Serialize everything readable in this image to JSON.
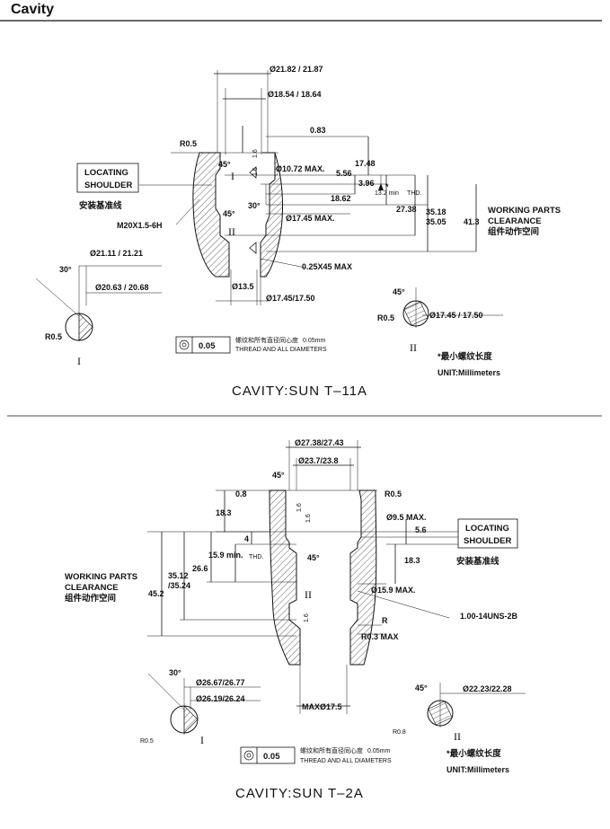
{
  "header": {
    "title": "Cavity"
  },
  "top": {
    "dims": {
      "d1": "Ø21.82 / 21.87",
      "d2": "Ø18.54 / 18.64",
      "v083": "0.83",
      "r05": "R0.5",
      "f16a": "1.6",
      "a45": "45°",
      "f16b": "1.6",
      "d1072": "Ø10.72 MAX.",
      "v1748": "17.48",
      "v556": "5.56",
      "v396": "3.96",
      "v132": "13.2 min",
      "thd": "THD.",
      "star": "*",
      "v1862": "18.62",
      "v2738": "27.38",
      "v3518": "35.18",
      "v3505": "35.05",
      "v413": "41.3",
      "a30": "30°",
      "a45b": "45°",
      "d1745max": "Ø17.45 MAX.",
      "thread": "M20X1.5-6H",
      "chamfer": "0.25X45   MAX",
      "d135": "Ø13.5",
      "d1745": "Ø17.45/17.50"
    },
    "roman1": "I",
    "roman2": "II",
    "locating": [
      "LOCATING",
      "SHOULDER"
    ],
    "locating_cn": "安装基准线",
    "working": [
      "WORKING PARTS",
      "CLEARANCE"
    ],
    "working_cn": "组件动作空间",
    "detail1": {
      "angle": "30°",
      "d1": "Ø21.11 / 21.21",
      "d2": "Ø20.63 / 20.68",
      "r": "R0.5",
      "label": "I"
    },
    "detail2": {
      "angle": "45°",
      "r": "R0.5",
      "d": "Ø17.45 / 17.50",
      "label": "II"
    },
    "tolerance": {
      "value": "0.05",
      "note_cn": "螺纹和所有直径同心度",
      "note_val": "0.05mm",
      "note_en": "THREAD AND ALL DIAMETERS"
    },
    "legend_cn": "*最小螺纹长度",
    "unit": "UNIT:Millimeters",
    "caption": "CAVITY:SUN T–11A"
  },
  "bottom": {
    "dims": {
      "d1": "Ø27.38/27.43",
      "d2": "Ø23.7/23.8",
      "a45": "45°",
      "v08": "0.8",
      "r05": "R0.5",
      "f16a": "1.6",
      "f16b": "1.6",
      "v183a": "18.3",
      "d95": "Ø9.5 MAX.",
      "v56": "5.6",
      "v4": "4",
      "v159": "15.9 min.",
      "thd": "THD.",
      "a45b": "45°",
      "v183b": "18.3",
      "v3512": "35.12",
      "v3524": "/35.24",
      "v266": "26.6",
      "v452": "45.2",
      "d159": "Ø15.9 MAX.",
      "thread": "1.00-14UNS-2B",
      "f16c": "1.6",
      "rl": "R",
      "r03": "R0.3 MAX",
      "d175": "MAXØ17.5"
    },
    "roman2": "II",
    "locating": [
      "LOCATING",
      "SHOULDER"
    ],
    "locating_cn": "安装基准线",
    "working": [
      "WORKING PARTS",
      "CLEARANCE"
    ],
    "working_cn": "组件动作空间",
    "detail1": {
      "angle": "30°",
      "d1": "Ø26.67/26.77",
      "d2": "Ø26.19/26.24",
      "r": "R0.5",
      "label": "I"
    },
    "detail2": {
      "angle": "45°",
      "d": "Ø22.23/22.28",
      "r": "R0.8",
      "label": "II"
    },
    "tolerance": {
      "value": "0.05",
      "note_cn": "螺纹和所有直径同心度",
      "note_val": "0.05mm",
      "note_en": "THREAD AND ALL DIAMETERS"
    },
    "legend_cn": "*最小螺纹长度",
    "unit": "UNIT:Millimeters",
    "caption": "CAVITY:SUN T–2A"
  }
}
